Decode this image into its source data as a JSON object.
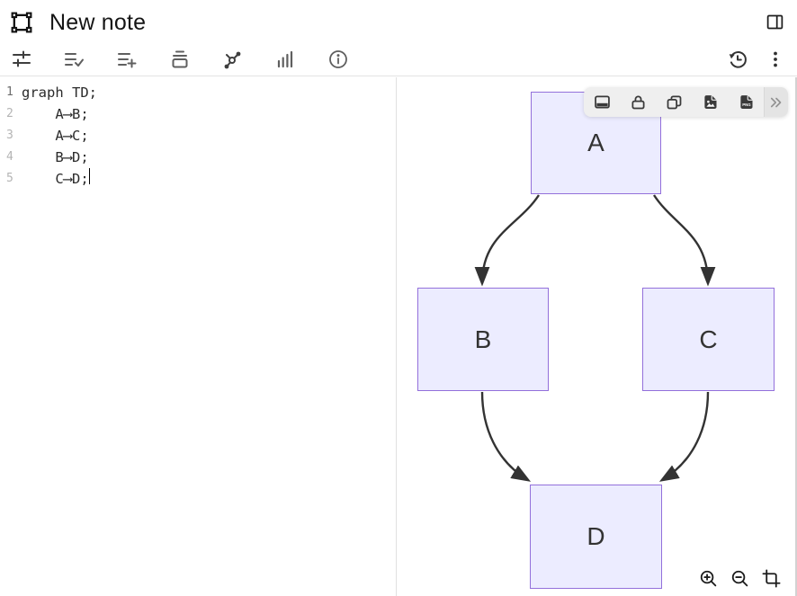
{
  "header": {
    "title": "New note",
    "logo_icon": "group-icon",
    "layout_icon": "panel-right-icon"
  },
  "toolbar": {
    "left_buttons": [
      {
        "name": "adjustments",
        "icon": "sliders-icon"
      },
      {
        "name": "list-check",
        "icon": "list-check-icon"
      },
      {
        "name": "list-add",
        "icon": "list-plus-icon"
      },
      {
        "name": "archive",
        "icon": "archive-icon"
      },
      {
        "name": "graph-view",
        "icon": "share-network-icon"
      },
      {
        "name": "bar-chart",
        "icon": "bar-chart-icon"
      },
      {
        "name": "info",
        "icon": "info-circle-icon"
      }
    ],
    "right_buttons": [
      {
        "name": "history",
        "icon": "history-icon"
      },
      {
        "name": "menu",
        "icon": "kebab-menu-icon"
      }
    ]
  },
  "editor": {
    "lines": [
      {
        "num": "1",
        "text": "graph TD;"
      },
      {
        "num": "2",
        "text": "    A⟶B;"
      },
      {
        "num": "3",
        "text": "    A⟶C;"
      },
      {
        "num": "4",
        "text": "    B⟶D;"
      },
      {
        "num": "5",
        "text": "    C⟶D;"
      }
    ],
    "cursor_line": 5
  },
  "diagram": {
    "type": "flowchart-TD",
    "nodes": [
      {
        "id": "A",
        "label": "A"
      },
      {
        "id": "B",
        "label": "B"
      },
      {
        "id": "C",
        "label": "C"
      },
      {
        "id": "D",
        "label": "D"
      }
    ],
    "edges": [
      {
        "from": "A",
        "to": "B"
      },
      {
        "from": "A",
        "to": "C"
      },
      {
        "from": "B",
        "to": "D"
      },
      {
        "from": "C",
        "to": "D"
      }
    ],
    "colors": {
      "node_fill": "#ECECFF",
      "node_border": "#9370DB",
      "edge": "#333333",
      "label": "#333333"
    }
  },
  "preview_toolbar": {
    "buttons": [
      {
        "name": "panel-bottom",
        "icon": "panel-bottom-icon"
      },
      {
        "name": "lock",
        "icon": "lock-icon"
      },
      {
        "name": "copy",
        "icon": "copy-icon"
      },
      {
        "name": "export-image",
        "icon": "file-image-icon"
      },
      {
        "name": "export-png",
        "icon": "file-png-icon",
        "badge_text": "PNG"
      },
      {
        "name": "more",
        "icon": "chevrons-right-icon"
      }
    ]
  },
  "zoom_controls": [
    {
      "name": "zoom-in",
      "icon": "zoom-in-icon"
    },
    {
      "name": "zoom-out",
      "icon": "zoom-out-icon"
    },
    {
      "name": "crop",
      "icon": "crop-icon"
    }
  ]
}
